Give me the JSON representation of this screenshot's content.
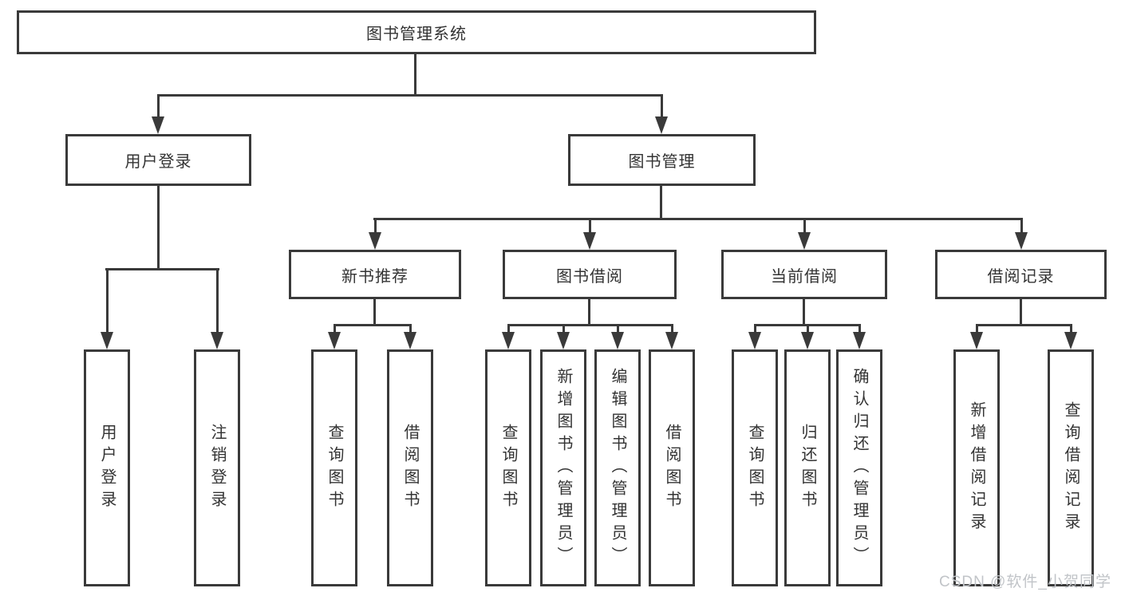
{
  "diagram": {
    "root": {
      "label": "图书管理系统"
    },
    "level1": [
      {
        "label": "用户登录"
      },
      {
        "label": "图书管理"
      }
    ],
    "level2": [
      {
        "label": "新书推荐"
      },
      {
        "label": "图书借阅"
      },
      {
        "label": "当前借阅"
      },
      {
        "label": "借阅记录"
      }
    ],
    "leaves": [
      {
        "label": "用户登录"
      },
      {
        "label": "注销登录"
      },
      {
        "label": "查询图书"
      },
      {
        "label": "借阅图书"
      },
      {
        "label": "查询图书"
      },
      {
        "label": "新增图书（管理员）"
      },
      {
        "label": "编辑图书（管理员）"
      },
      {
        "label": "借阅图书"
      },
      {
        "label": "查询图书"
      },
      {
        "label": "归还图书"
      },
      {
        "label": "确认归还（管理员）"
      },
      {
        "label": "新增借阅记录"
      },
      {
        "label": "查询借阅记录"
      }
    ]
  },
  "watermark": {
    "text": "CSDN @软件_小贺同学"
  },
  "colors": {
    "line": "#3a3a3a",
    "text": "#333333",
    "box_bg": "#ffffff",
    "background": "#ffffff",
    "watermark": "#c1c4c8"
  }
}
